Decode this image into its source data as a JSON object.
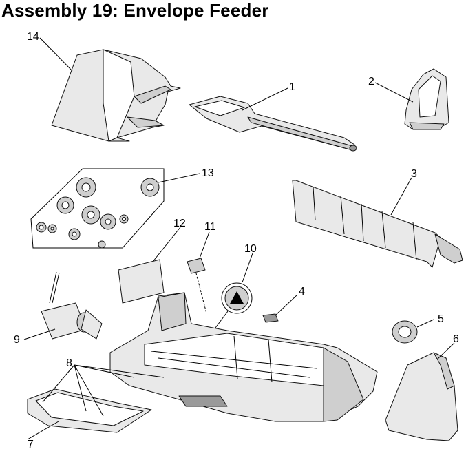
{
  "title": "Assembly 19:  Envelope Feeder",
  "callouts": {
    "c1": "1",
    "c2": "2",
    "c3": "3",
    "c4": "4",
    "c5": "5",
    "c6": "6",
    "c7": "7",
    "c8": "8",
    "c9": "9",
    "c10": "10",
    "c11": "11",
    "c12": "12",
    "c13": "13",
    "c14": "14"
  },
  "colors": {
    "line": "#000000",
    "part_light": "#e9e9e9",
    "part_mid": "#cfcfcf",
    "part_dark": "#9a9a9a"
  },
  "icons": {
    "detail_marker": "triangle-in-circle-icon"
  }
}
